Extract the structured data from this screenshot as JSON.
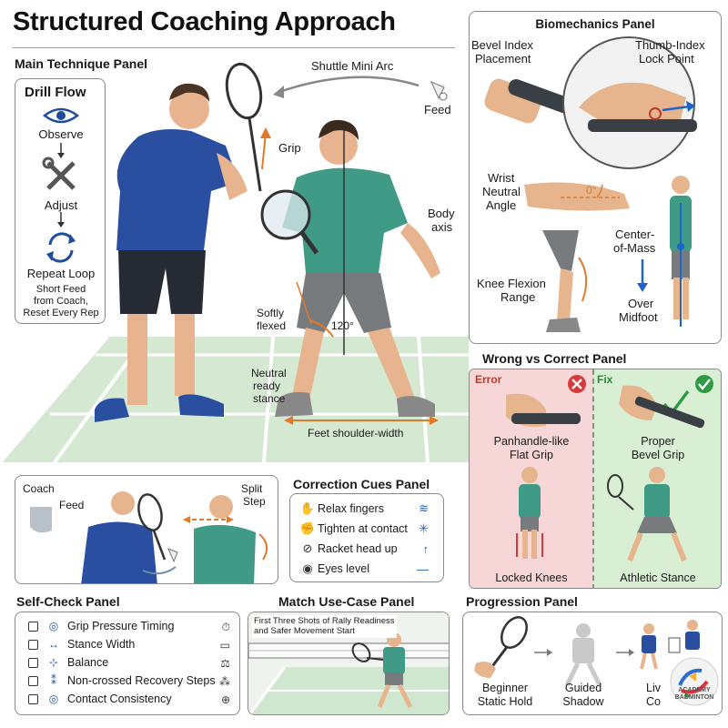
{
  "title": "Structured Coaching Approach",
  "main": {
    "title": "Main Technique Panel",
    "drill_flow": {
      "title": "Drill Flow",
      "steps": [
        "Observe",
        "Adjust",
        "Repeat Loop"
      ],
      "note": [
        "Short Feed",
        "from Coach,",
        "Reset Every Rep"
      ]
    },
    "labels": {
      "arc": "Shuttle Mini Arc",
      "feed": "Feed",
      "grip": "Grip",
      "body_axis": [
        "Body",
        "axis"
      ],
      "softly_flexed": [
        "Softly",
        "flexed"
      ],
      "angle": "120°",
      "neutral": [
        "Neutral",
        "ready",
        "stance"
      ],
      "feet": "Feet shoulder-width"
    }
  },
  "biomech": {
    "title": "Biomechanics Panel",
    "bevel": [
      "Bevel Index",
      "Placement"
    ],
    "thumb": [
      "Thumb-Index",
      "Lock Point"
    ],
    "wrist": [
      "Wrist",
      "Neutral",
      "Angle"
    ],
    "wrist_angle": "0°",
    "knee": [
      "Knee Flexion",
      "Range"
    ],
    "com": [
      "Center-",
      "of-Mass"
    ],
    "over": [
      "Over",
      "Midfoot"
    ]
  },
  "wrong_correct": {
    "title": "Wrong vs Correct Panel",
    "error": "Error",
    "fix": "Fix",
    "wrong_grip": [
      "Panhandle-like",
      "Flat Grip"
    ],
    "right_grip": [
      "Proper",
      "Bevel Grip"
    ],
    "wrong_stance": "Locked Knees",
    "right_stance": "Athletic Stance"
  },
  "feed_scene": {
    "coach": "Coach",
    "feed": "Feed",
    "split": [
      "Split",
      "Step"
    ]
  },
  "cues": {
    "title": "Correction Cues Panel",
    "items": [
      "Relax fingers",
      "Tighten at contact",
      "Racket head up",
      "Eyes level"
    ]
  },
  "self_check": {
    "title": "Self-Check Panel",
    "items": [
      "Grip Pressure Timing",
      "Stance Width",
      "Balance",
      "Non-crossed Recovery Steps",
      "Contact Consistency"
    ]
  },
  "match": {
    "title": "Match Use-Case Panel",
    "caption": [
      "First Three Shots of Rally Readiness",
      "and Safer Movement Start"
    ]
  },
  "progression": {
    "title": "Progression Panel",
    "steps": [
      [
        "Beginner",
        "Static Hold"
      ],
      [
        "Guided",
        "Shadow"
      ],
      [
        "Liv",
        "Co"
      ]
    ],
    "logo_text": [
      "ACADEMY",
      "BADMINTON"
    ]
  },
  "colors": {
    "coach_shirt": "#2b4fa0",
    "player_shirt": "#3f9a86",
    "court": "#cfe6cf",
    "error_bg": "#f6d6d6",
    "fix_bg": "#d9efd4",
    "accent_orange": "#e07a2a",
    "accent_blue": "#1f63c9"
  }
}
